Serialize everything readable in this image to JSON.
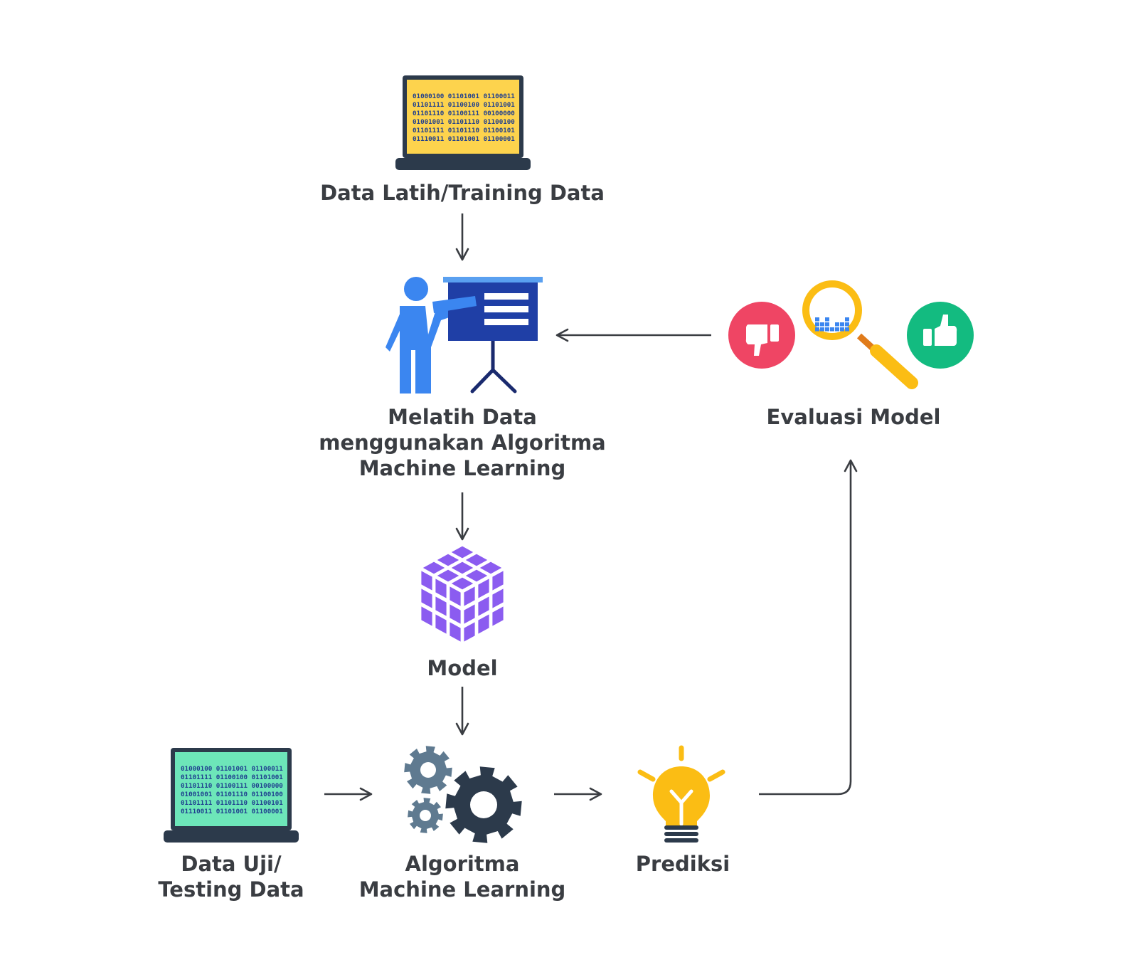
{
  "labels": {
    "training_data": "Data Latih/Training Data",
    "train_line1": "Melatih Data",
    "train_line2": "menggunakan Algoritma",
    "train_line3": "Machine Learning",
    "model": "Model",
    "testing_line1": "Data Uji/",
    "testing_line2": "Testing Data",
    "algo_line1": "Algoritma",
    "algo_line2": "Machine Learning",
    "prediction": "Prediksi",
    "evaluation": "Evaluasi Model"
  },
  "binary_rows": [
    "01000100 01101001 01100011",
    "01101111 01100100 01101001",
    "01101110 01100111 00100000",
    "01001001 01101110 01100100",
    "01101111 01101110 01100101",
    "01110011 01101001 01100001"
  ],
  "colors": {
    "text": "#3a3d42",
    "arrow": "#3a3d42",
    "laptop_frame": "#2c3a4b",
    "training_screen": "#fdd34d",
    "training_binary": "#1f3f8f",
    "testing_screen": "#6de6b9",
    "testing_binary": "#1f3f8f",
    "presenter": "#3b86f0",
    "board": "#1f3fa6",
    "board_top": "#5aa0f0",
    "cube": "#8b5cf0",
    "gear_small": "#5f7a90",
    "gear_big": "#2c3a4b",
    "bulb": "#fbbd14",
    "thumb_down": "#ef4564",
    "thumb_up": "#13bb80",
    "magnifier": "#fbbd14",
    "magnifier_bars": "#3b86f0"
  },
  "icons": [
    "laptop-icon",
    "presentation-icon",
    "cube-icon",
    "gears-icon",
    "lightbulb-icon",
    "thumbs-down-icon",
    "magnifier-icon",
    "thumbs-up-icon"
  ]
}
